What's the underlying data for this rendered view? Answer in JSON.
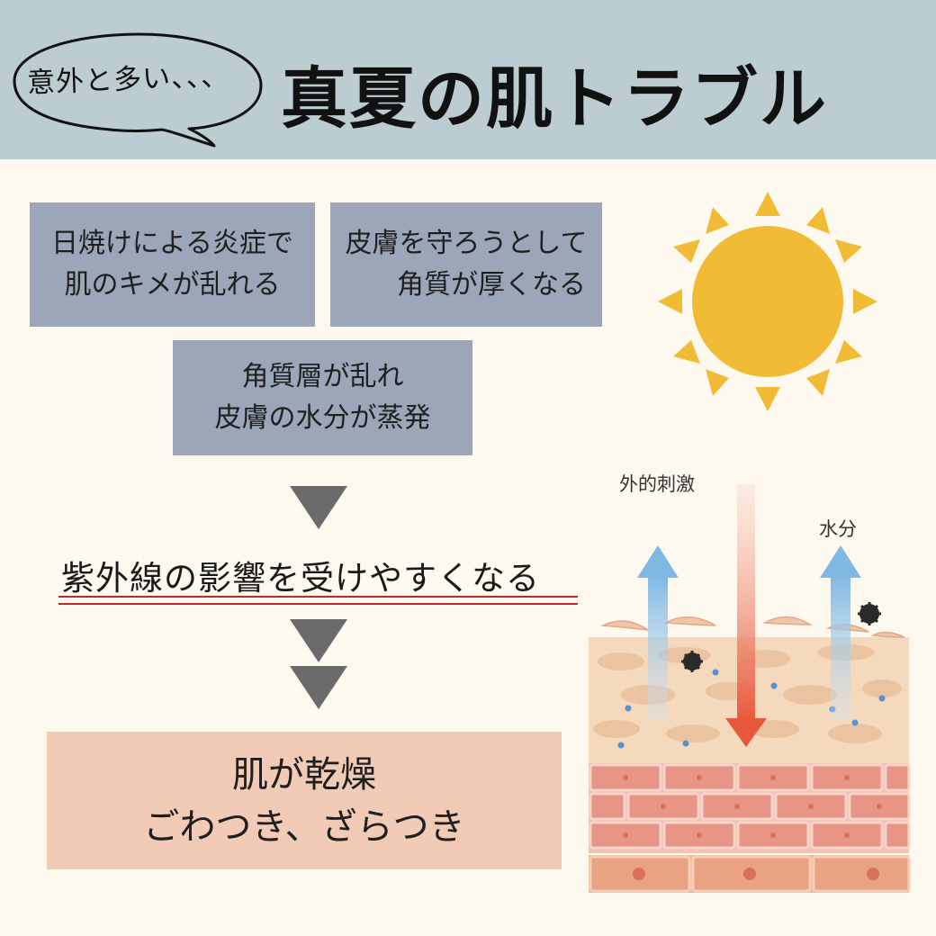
{
  "header": {
    "bubble_text": "意外と多い、、、",
    "title": "真夏の肌トラブル"
  },
  "causes": {
    "box1": [
      "日焼けによる炎症で",
      "肌のキメが乱れる"
    ],
    "box2": [
      "皮膚を守ろうとして",
      "角質が厚くなる"
    ],
    "box3": [
      "角質層が乱れ",
      "皮膚の水分が蒸発"
    ]
  },
  "uv_effect": "紫外線の影響を受けやすくなる",
  "result": [
    "肌が乾燥",
    "ごわつき、ざらつき"
  ],
  "illustration": {
    "stimulus_label": "外的刺激",
    "water_label": "水分"
  },
  "colors": {
    "header_bg": "#bccdd1",
    "page_bg": "#fdf9ef",
    "box_bg": "#9ba6b9",
    "result_bg": "#f2cbb7",
    "arrow": "#6b6b6b",
    "underline": "#c0282c",
    "sun": "#f2bb35"
  },
  "icons": [
    "speech-bubble-icon",
    "down-triangle-icon",
    "sun-icon",
    "skin-layers-icon"
  ]
}
